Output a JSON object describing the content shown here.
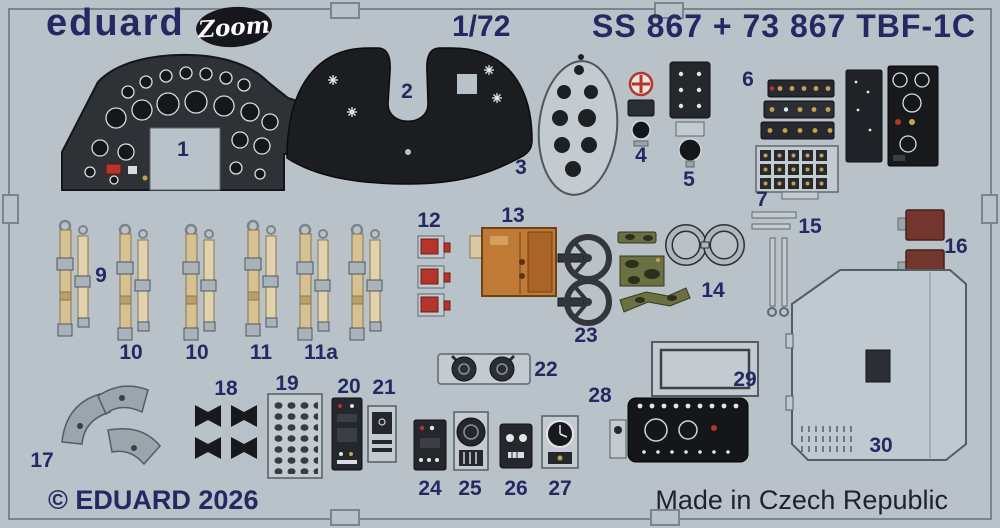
{
  "header": {
    "brand": "eduard",
    "zoom_logo": "Zoom",
    "scale": "1/72",
    "title": "SS 867 + 73 867 TBF-1C"
  },
  "footer": {
    "copyright": "© EDUARD 2026",
    "made_in": "Made in Czech Republic"
  },
  "colors": {
    "fret": "#b9c2c9",
    "navy_text": "#232a63",
    "black_part": "#1b1d20",
    "belt_tan": "#d6c193",
    "orange_part": "#bf7a35",
    "red_part": "#b5342c",
    "brown_part": "#74352c",
    "olive_part": "#6a7042"
  },
  "part_labels": {
    "p1": "1",
    "p2": "2",
    "p3": "3",
    "p4": "4",
    "p5": "5",
    "p6": "6",
    "p7": "7",
    "p9": "9",
    "p10a": "10",
    "p10b": "10",
    "p11": "11",
    "p11a": "11a",
    "p12": "12",
    "p13": "13",
    "p14": "14",
    "p15": "15",
    "p16": "16",
    "p17": "17",
    "p18": "18",
    "p19": "19",
    "p20": "20",
    "p21": "21",
    "p22": "22",
    "p23": "23",
    "p24": "24",
    "p25": "25",
    "p26": "26",
    "p27": "27",
    "p28": "28",
    "p29": "29",
    "p30": "30"
  }
}
